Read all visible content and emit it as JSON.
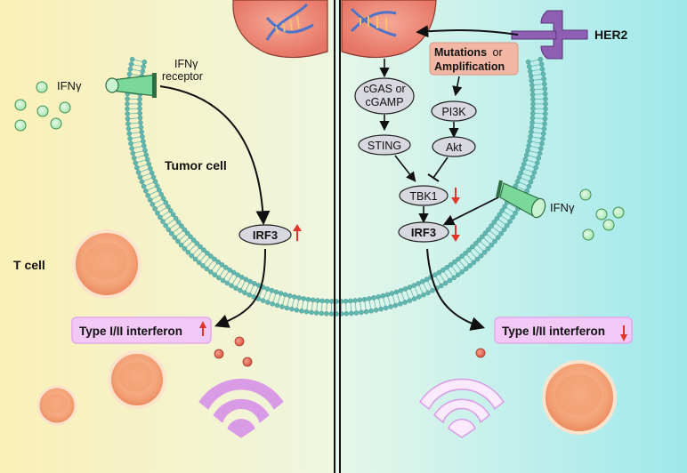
{
  "labels": {
    "her2": "HER2",
    "mutations": "Mutations",
    "or": "or",
    "amplification": "Amplification",
    "ifng_left": "IFNγ",
    "ifng_receptor_line1": "IFNγ",
    "ifng_receptor_line2": "receptor",
    "tumor_cell": "Tumor cell",
    "t_cell": "T cell",
    "cgas_line1": "cGAS or",
    "cgas_line2": "cGAMP",
    "pi3k": "PI3K",
    "sting": "STING",
    "akt": "Akt",
    "tbk1": "TBK1",
    "irf3_left": "IRF3",
    "irf3_right": "IRF3",
    "ifng_right": "IFNγ",
    "interferon_left": "Type I/II interferon",
    "interferon_right": "Type I/II interferon"
  },
  "indicators": {
    "irf3_left": "up",
    "tbk1": "down",
    "irf3_right": "down",
    "interferon_left": "up",
    "interferon_right": "down"
  },
  "colors": {
    "left_bg_start": "#fbf0b6",
    "left_bg_end": "#eef6e0",
    "right_bg_start": "#e6f7ea",
    "right_bg_end": "#9fe8ec",
    "membrane": "#5fb7b0",
    "nucleus": "#ee8a7c",
    "mutation_box": "#f2b7a4",
    "interferon_box": "#f2c8f6",
    "indicator_arrow": "#e0362a",
    "wifi": "#d99ae6",
    "her2": "#8e5fb2",
    "ifng_particle": "#bff0c6",
    "cytokine": "#e8705c"
  }
}
